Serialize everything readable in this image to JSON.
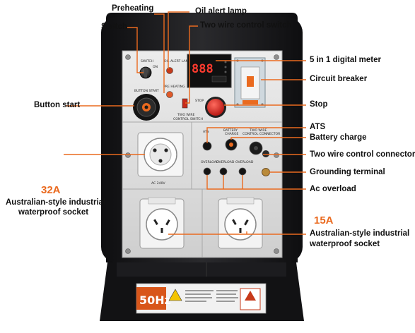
{
  "callouts": {
    "preheating": "Preheating",
    "oil_alert_lamp": "Oil alert lamp",
    "switch": "Switch",
    "two_wire_control_switch": "Two wire control switch",
    "digital_meter": "5 in 1 digital meter",
    "circuit_breaker": "Circuit breaker",
    "button_start": "Button start",
    "stop": "Stop",
    "ats": "ATS",
    "battery_charge": "Battery charge",
    "two_wire_control_connector": "Two wire control connector",
    "grounding_terminal": "Grounding terminal",
    "ac_overload": "Ac overload",
    "socket_32a_rating": "32A",
    "socket_32a_line1": "Australian-style industrial",
    "socket_32a_line2": "waterproof socket",
    "socket_15a_rating": "15A",
    "socket_15a_line1": "Australian-style industrial",
    "socket_15a_line2": "waterproof socket"
  },
  "panel_labels": {
    "switch": "SWITCH",
    "on": "ON",
    "button_start": "BUTTON START",
    "oil_alert_lamp": "OIL ALERT LAMP",
    "pre_heating": "PRE HEATING",
    "two_wire_line1": "TWO WIRE",
    "two_wire_line2": "CONTROL SWITCH",
    "stop": "STOP",
    "meter_digits": "888",
    "ats": "ATS",
    "battery_charge_line1": "BATTERY",
    "battery_charge_line2": "CHARGE",
    "connector_line1": "TWO WIRE",
    "connector_line2": "CONTROL CONNECTOR",
    "overload_1": "OVERLOAD",
    "overload_2": "OVERLOAD",
    "overload_3": "OVERLOAD",
    "socket_voltage": "AC 240V",
    "frequency": "50Hz"
  },
  "colors": {
    "accent": "#ea6a1f",
    "housing": "#1c1c1e",
    "panel": "#dedede",
    "stop_button": "#d32f2f"
  }
}
